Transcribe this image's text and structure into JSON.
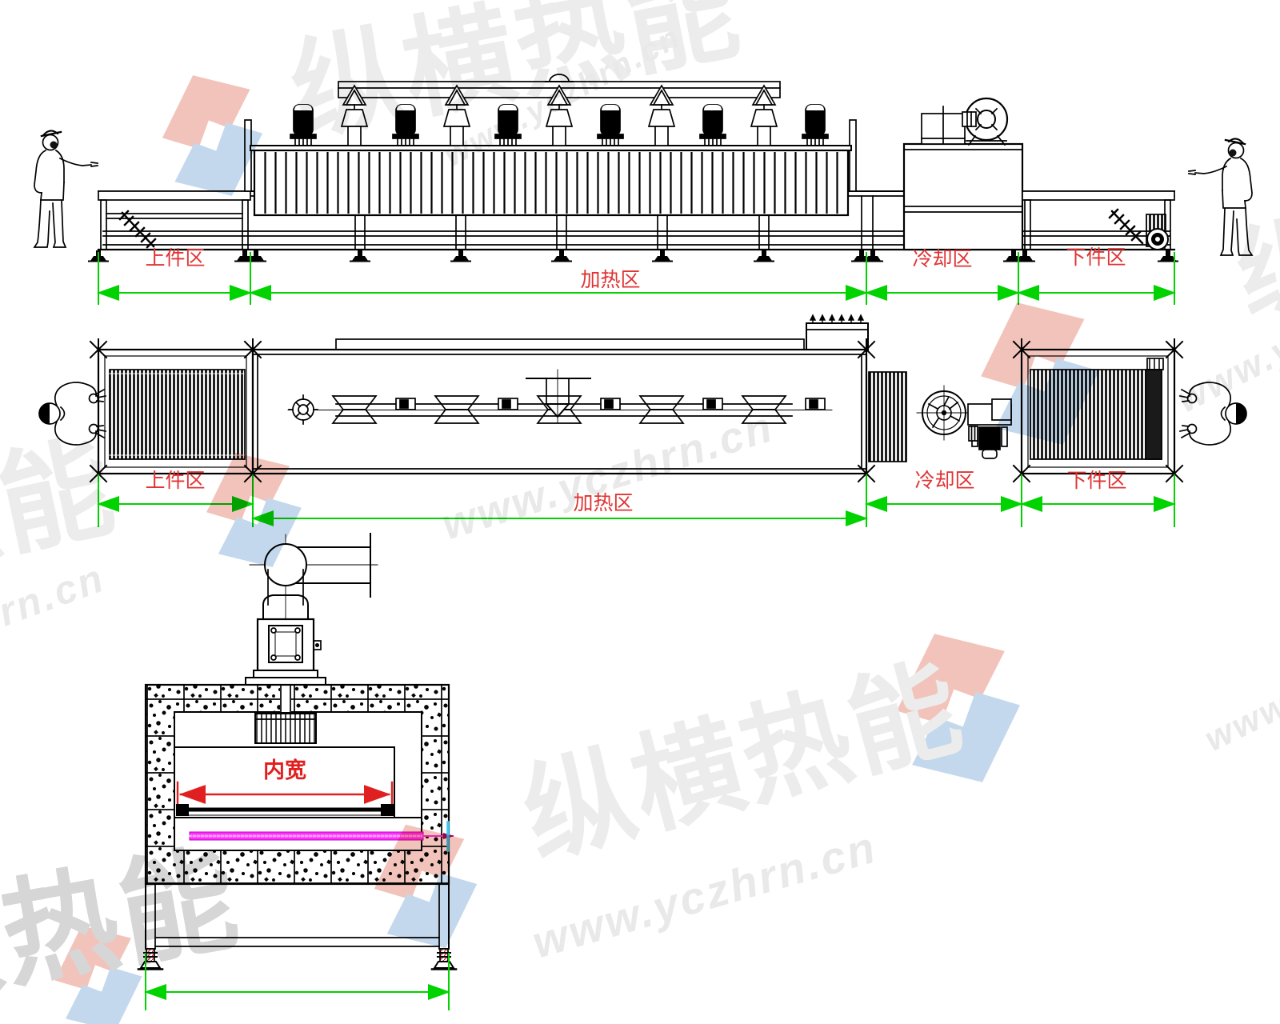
{
  "watermark": {
    "brand": "纵横热能",
    "website": "www.yczhrn.cn"
  },
  "zones": {
    "loading": "上件区",
    "heating": "加热区",
    "cooling": "冷却区",
    "unloading": "下件区"
  },
  "section": {
    "inner_width": "内宽"
  },
  "colors": {
    "dimension_green": "#00d300",
    "label_red": "#e03434",
    "inner_width_red": "#e02020",
    "roller_magenta": "#fb30fb",
    "level_cyan": "#3fc8f0",
    "line_black": "#000000",
    "watermark_gray": "#ececec",
    "logo_red": "#f2c3ba",
    "logo_blue": "#c3d8ec"
  }
}
